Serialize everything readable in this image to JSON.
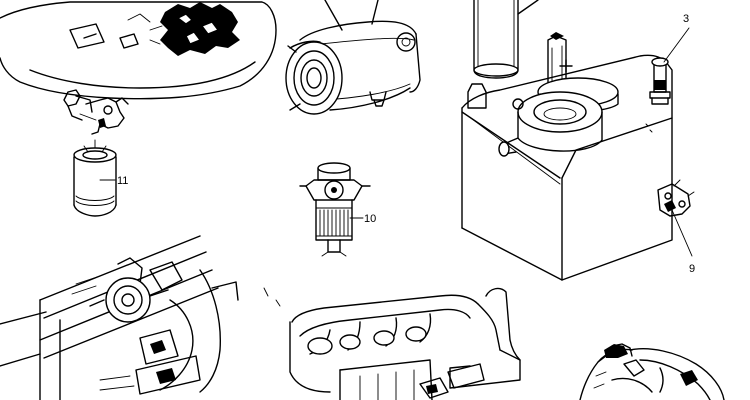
{
  "callouts": {
    "c3": "3",
    "c9": "9",
    "c10": "10",
    "c11": "11"
  }
}
